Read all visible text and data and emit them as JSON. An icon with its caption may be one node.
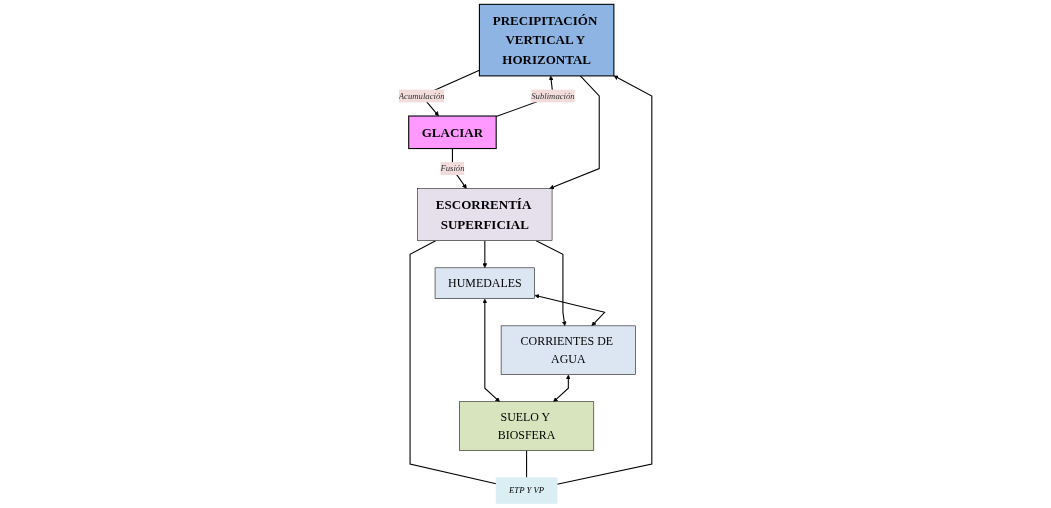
{
  "diagram": {
    "nodes": [
      {
        "text": [
          "PRECIPITACIÓN VERTICAL Y HORIZONTAL"
        ]
      },
      {
        "text": [
          "GLACIAR"
        ]
      },
      {
        "text": [
          "ESCORRENTÍA SUPERFICIAL"
        ]
      },
      {
        "text": [
          "HUMEDALES"
        ]
      },
      {
        "text": [
          "CORRIENTES DE AGUA"
        ]
      },
      {
        "text": [
          "SUELO Y BIOSFERA"
        ]
      },
      {
        "text": [
          "ETP Y VP"
        ]
      }
    ],
    "edges": [
      {
        "from": 0,
        "to": 1,
        "arrow": "to",
        "label": "Acumulación"
      },
      {
        "from": 1,
        "to": 0,
        "arrow": "to",
        "label": "Sublimación"
      },
      {
        "from": 1,
        "to": 2,
        "arrow": "to",
        "label": "Fusión"
      },
      {
        "from": 0,
        "to": 2,
        "arrow": "to"
      },
      {
        "from": 2,
        "to": 6,
        "arrow": "none"
      },
      {
        "from": 5,
        "to": 6,
        "arrow": "none"
      },
      {
        "from": 6,
        "to": 0,
        "arrow": "to"
      },
      {
        "from": 2,
        "to": 3,
        "arrow": "to"
      },
      {
        "from": 2,
        "to": 4,
        "arrow": "to"
      },
      {
        "from": 3,
        "to": 4,
        "arrow": "both"
      },
      {
        "from": 3,
        "to": 5,
        "arrow": "both"
      },
      {
        "from": 4,
        "to": 5,
        "arrow": "both"
      }
    ]
  }
}
